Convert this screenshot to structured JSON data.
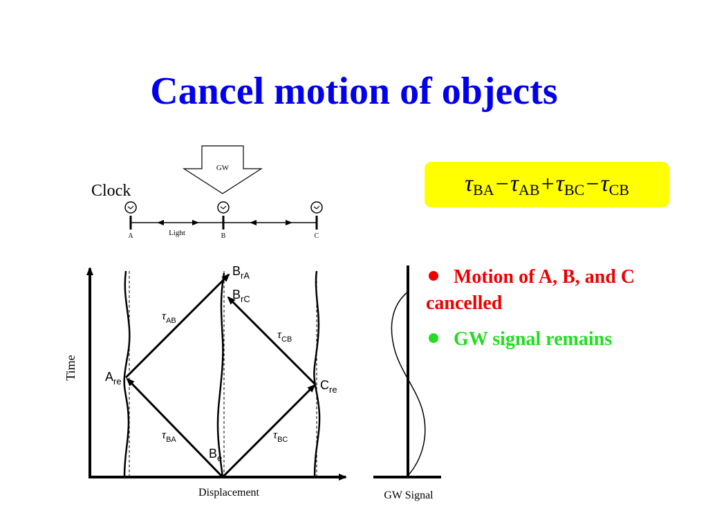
{
  "slide": {
    "title": "Cancel motion of objects"
  },
  "formula": {
    "terms": [
      {
        "sign": "",
        "symbol": "τ",
        "sub": "BA"
      },
      {
        "sign": "−",
        "symbol": "τ",
        "sub": "AB"
      },
      {
        "sign": "+",
        "symbol": "τ",
        "sub": "BC"
      },
      {
        "sign": "−",
        "symbol": "τ",
        "sub": "CB"
      }
    ]
  },
  "bullets": [
    {
      "text": "Motion of A, B, and C cancelled",
      "color": "#ee0000"
    },
    {
      "text": "GW signal remains",
      "color": "#22dd22"
    }
  ],
  "top_diagram": {
    "gw_label": "GW",
    "clock_label": "Clock",
    "light_label": "Light",
    "point_a": "A",
    "point_b": "B",
    "point_c": "C"
  },
  "spacetime": {
    "y_label": "Time",
    "x_label": "Displacement",
    "labels": {
      "a_re": {
        "main": "A",
        "sub": "re"
      },
      "b_e": {
        "main": "B",
        "sub": "e"
      },
      "b_ra": {
        "main": "B",
        "sub": "rA"
      },
      "b_rc": {
        "main": "B",
        "sub": "rC"
      },
      "c_re": {
        "main": "C",
        "sub": "re"
      },
      "tau_ab": {
        "main": "τ",
        "sub": "AB"
      },
      "tau_cb": {
        "main": "τ",
        "sub": "CB"
      },
      "tau_ba": {
        "main": "τ",
        "sub": "BA"
      },
      "tau_bc": {
        "main": "τ",
        "sub": "BC"
      }
    }
  },
  "gw_panel": {
    "x_label": "GW Signal"
  }
}
